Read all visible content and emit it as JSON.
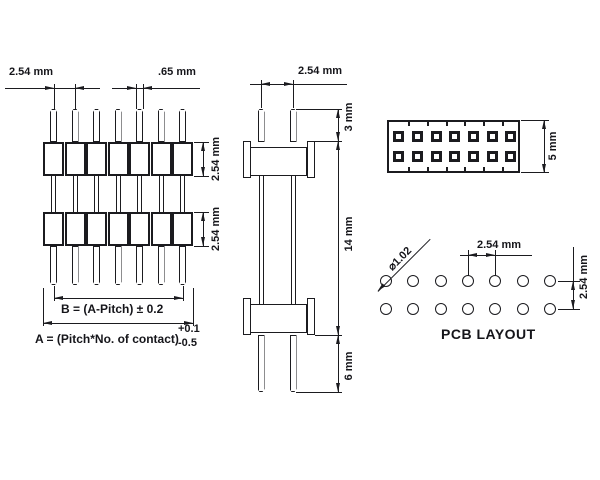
{
  "drawing": {
    "background": "#ffffff",
    "line_color": "#1b1b1f",
    "front_view": {
      "pin_count": 7,
      "row_count": 2,
      "dim_pin_pitch": "2.54 mm",
      "dim_pin_width": ".65 mm",
      "dim_insulator_row1": "2.54 mm",
      "dim_insulator_row2": "2.54 mm",
      "dim_b_formula": "B = (A-Pitch) ± 0.2",
      "dim_a_formula": "A = (Pitch*No. of contact)",
      "dim_a_tol_upper": "+0.1",
      "dim_a_tol_lower": "-0.5"
    },
    "side_view": {
      "dim_row_pitch": "2.54 mm",
      "dim_tip_length": "3 mm",
      "dim_body_span": "14 mm",
      "dim_tail_length": "6 mm"
    },
    "top_view": {
      "dim_body_width": "5 mm"
    },
    "pcb_layout": {
      "title": "PCB LAYOUT",
      "dim_hole_diameter": "⌀1.02",
      "dim_hole_pitch_h": "2.54 mm",
      "dim_hole_pitch_v": "2.54 mm",
      "hole_columns": 7,
      "hole_rows": 2
    }
  }
}
